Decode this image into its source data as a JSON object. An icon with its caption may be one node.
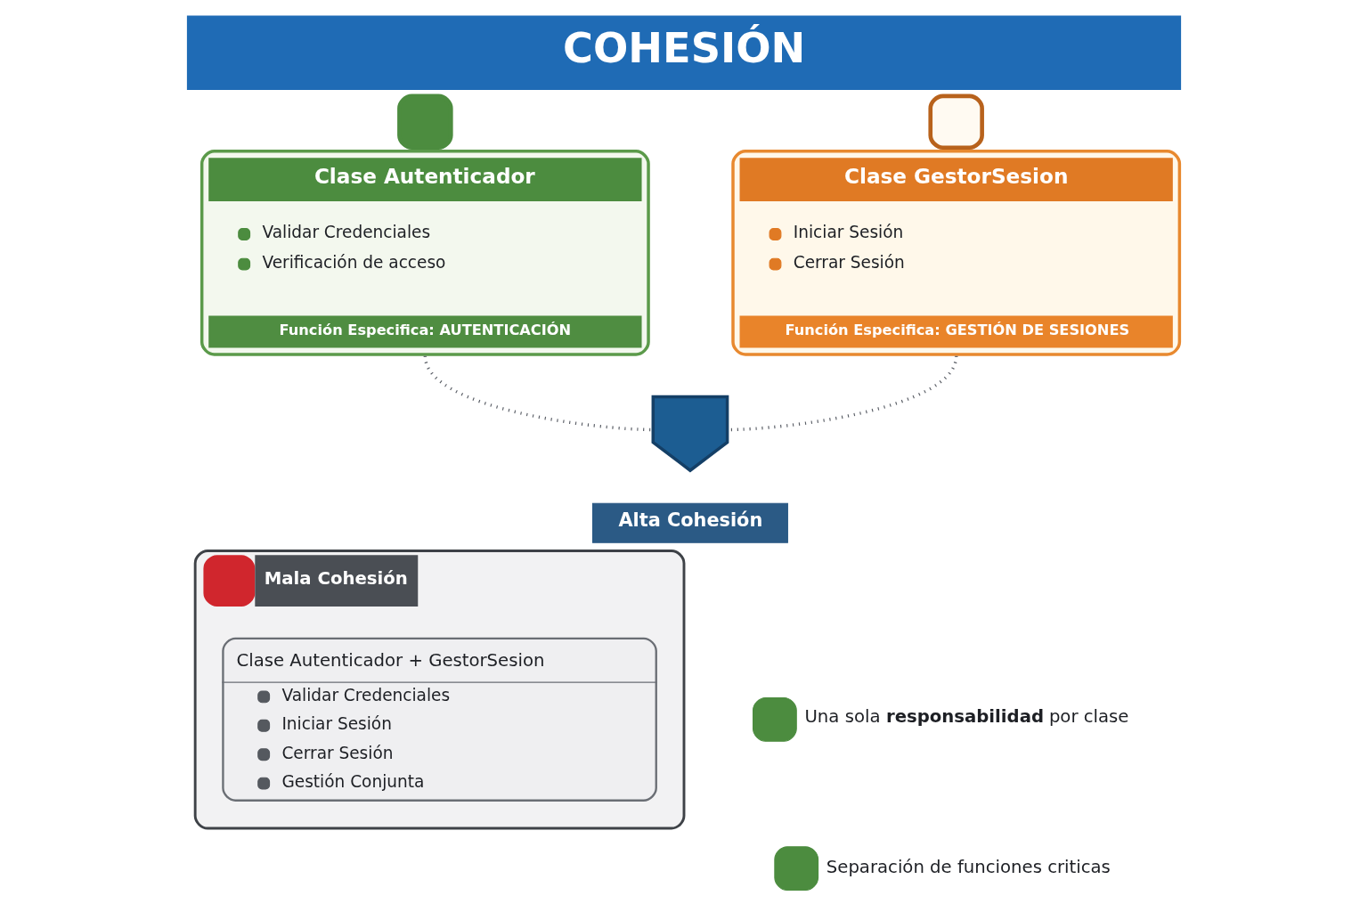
{
  "diagram": {
    "title": "COHESIÓN",
    "nodes": [
      {
        "text": [
          "Clase Autenticador",
          "Validar Credenciales",
          "Verificación de acceso",
          "Función Especifica: AUTENTICACIÓN"
        ]
      },
      {
        "text": [
          "Clase GestorSesion",
          "Iniciar Sesión",
          "Cerrar Sesión",
          "Función Especifica: GESTIÓN DE SESIONES"
        ]
      },
      {
        "text": [],
        "shape": "shield"
      },
      {
        "text": [
          "Alta Cohesión"
        ]
      },
      {
        "text": [
          "Mala Cohesión"
        ]
      },
      {
        "text": [
          "Clase Autenticador + GestorSesion",
          "Validar Credenciales",
          "Iniciar Sesión",
          "Cerrar Sesión",
          "Gestión Conjunta"
        ],
        "in": 4
      }
    ],
    "edges": [
      {
        "from": 0,
        "to": 2,
        "arrow": "none",
        "style": "dashed"
      },
      {
        "from": 1,
        "to": 2,
        "arrow": "none",
        "style": "dashed"
      }
    ],
    "labels": [
      "Una sola **responsabilidad** por clase",
      "Separación de funciones criticas"
    ]
  }
}
